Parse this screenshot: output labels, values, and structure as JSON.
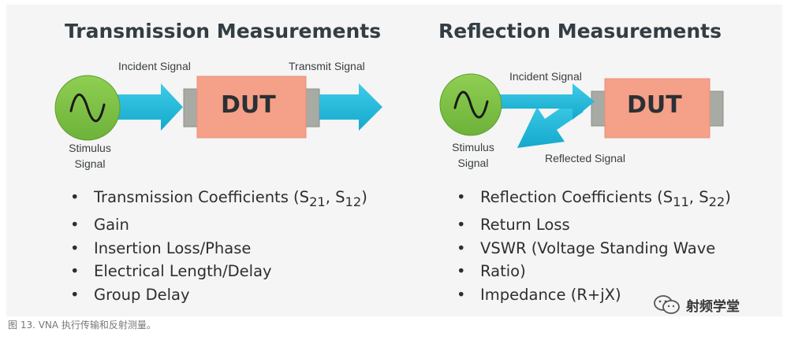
{
  "transmission": {
    "title": "Transmission Measurements",
    "incident_label": "Incident Signal",
    "transmit_label": "Transmit Signal",
    "stimulus_line1": "Stimulus",
    "stimulus_line2": "Signal",
    "dut_label": "DUT",
    "bullets": [
      {
        "text": "Transmission Coefficients (S",
        "sub1": "21",
        "mid": ", S",
        "sub2": "12",
        "end": ")"
      },
      {
        "text": "Gain"
      },
      {
        "text": "Insertion Loss/Phase"
      },
      {
        "text": "Electrical Length/Delay"
      },
      {
        "text": "Group Delay"
      }
    ]
  },
  "reflection": {
    "title": "Reflection Measurements",
    "incident_label": "Incident Signal",
    "reflected_label": "Reflected Signal",
    "stimulus_line1": "Stimulus",
    "stimulus_line2": "Signal",
    "dut_label": "DUT",
    "bullets": [
      {
        "text": "Reflection Coefficients (S",
        "sub1": "11",
        "mid": ", S",
        "sub2": "22",
        "end": ")"
      },
      {
        "text": "Return Loss"
      },
      {
        "text": "VSWR (Voltage Standing Wave"
      },
      {
        "text": "Ratio)"
      },
      {
        "text": "Impedance (R+jX)"
      }
    ]
  },
  "caption": "图 13. VNA 执行传输和反射测量。",
  "watermark": "射频学堂",
  "colors": {
    "source_green": "#7dc242",
    "arrow_cyan": "#1fb8d8",
    "dut_salmon": "#f5a088",
    "connector_gray": "#a8aaa4"
  }
}
